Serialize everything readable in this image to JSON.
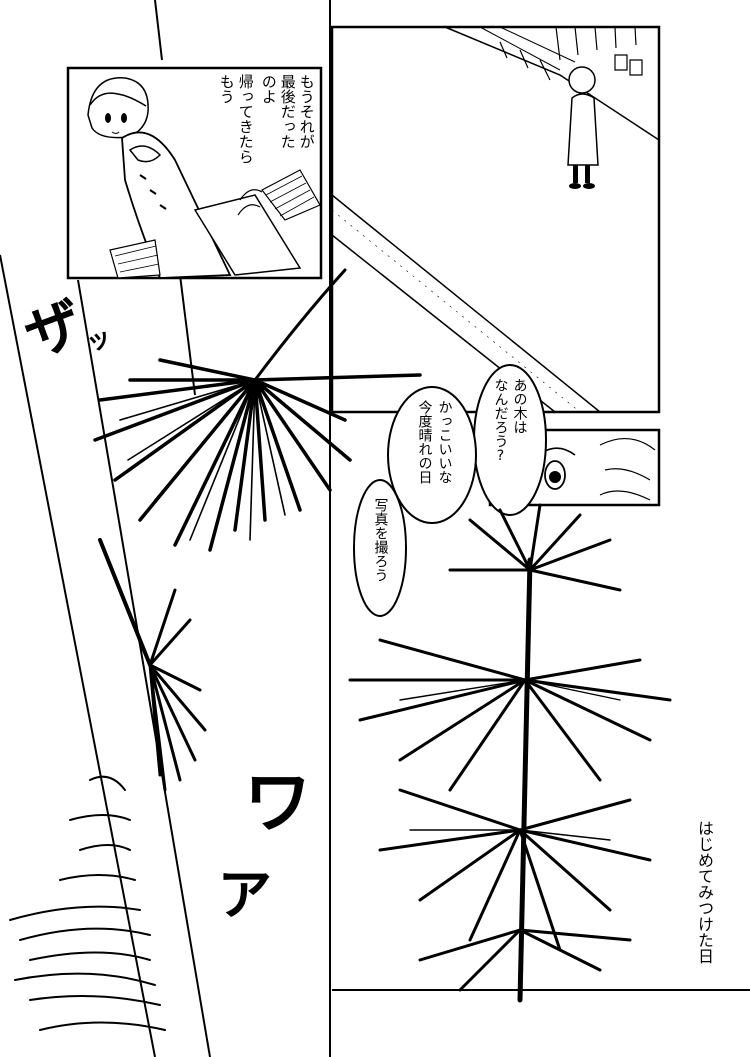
{
  "page": {
    "panel1": {
      "line1": "もうそれが",
      "line2": "最後だった",
      "line3": "のよ",
      "line4": "帰ってきたら",
      "line5": "もう"
    },
    "bubble1": {
      "line1": "あの木は",
      "line2": "なんだろう?"
    },
    "bubble2": {
      "line1": "かっこいいな",
      "line2": "今度晴れの日"
    },
    "bubble3": {
      "line1": "写真を撮ろう"
    },
    "caption": "はじめてみつけた日",
    "sfx_gusa": "ザ",
    "sfx_zawa": "ッ",
    "sfx_wa": "ワ",
    "sfx_a": "ア"
  }
}
